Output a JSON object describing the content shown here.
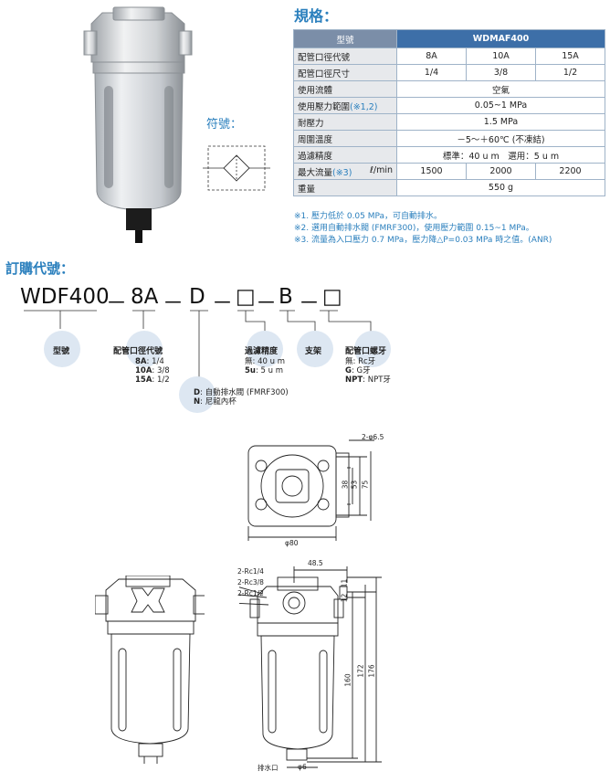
{
  "spec": {
    "title": "規格：",
    "header": {
      "label": "型號",
      "model": "WDMAF400"
    },
    "rows": [
      {
        "label": "配管口徑代號",
        "values": [
          "8A",
          "10A",
          "15A"
        ]
      },
      {
        "label": "配管口徑尺寸",
        "values": [
          "1/4",
          "3/8",
          "1/2"
        ]
      },
      {
        "label": "使用流體",
        "value": "空氣"
      },
      {
        "label": "使用壓力範圍",
        "note": "(※1,2)",
        "value": "0.05~1 MPa"
      },
      {
        "label": "耐壓力",
        "value": "1.5 MPa"
      },
      {
        "label": "周圍溫度",
        "value": "－5～＋60℃ (不凍結)"
      },
      {
        "label": "過濾精度",
        "value": "標準：40 u m　選用：5 u m"
      },
      {
        "label": "最大流量",
        "note": "(※3)",
        "unit": "ℓ/min",
        "values": [
          "1500",
          "2000",
          "2200"
        ]
      },
      {
        "label": "重量",
        "value": "550 g"
      }
    ],
    "notes": [
      "※1. 壓力低於 0.05 MPa，可自動排水。",
      "※2. 選用自動排水閥 (FMRF300)，使用壓力範圍 0.15~1 MPa。",
      "※3. 流量為入口壓力 0.7 MPa，壓力降△P=0.03 MPa 時之值。(ANR)"
    ]
  },
  "symbol_label": "符號：",
  "order": {
    "title": "訂購代號：",
    "code_parts": [
      "WDF400",
      "－",
      "8A",
      "－",
      "D",
      "－",
      "□",
      "－",
      "B",
      "－",
      "□"
    ],
    "groups": {
      "model": {
        "label": "型號"
      },
      "port": {
        "label": "配管口徑代號",
        "options": [
          {
            "code": "8A",
            "text": ": 1/4"
          },
          {
            "code": "10A",
            "text": ": 3/8"
          },
          {
            "code": "15A",
            "text": ": 1/2"
          }
        ]
      },
      "drain": {
        "options": [
          {
            "code": "D",
            "text": ": 自動排水閥 (FMRF300)"
          },
          {
            "code": "N",
            "text": ": 尼龍內杯"
          }
        ]
      },
      "filter": {
        "label": "過濾精度",
        "options": [
          {
            "code": "無",
            "text": ": 40 u m"
          },
          {
            "code": "5u",
            "text": ": 5 u m"
          }
        ]
      },
      "bracket": {
        "label": "支架"
      },
      "thread": {
        "label": "配管口螺牙",
        "options": [
          {
            "code": "無",
            "text": ": Rc牙"
          },
          {
            "code": "G",
            "text": ": G牙"
          },
          {
            "code": "NPT",
            "text": ": NPT牙"
          }
        ]
      }
    }
  },
  "dims": {
    "holes": "2-φ6.5",
    "d38": "38",
    "d53": "53",
    "d75": "75",
    "d80": "φ80",
    "d485": "48.5",
    "port1": "2-Rc1/4",
    "port2": "2-Rc3/8",
    "port3": "2-Rc1/2",
    "d11": "11",
    "d12": "12",
    "d160": "160",
    "d172": "172",
    "d176": "176",
    "drain_label": "排水口",
    "d6": "φ6"
  }
}
